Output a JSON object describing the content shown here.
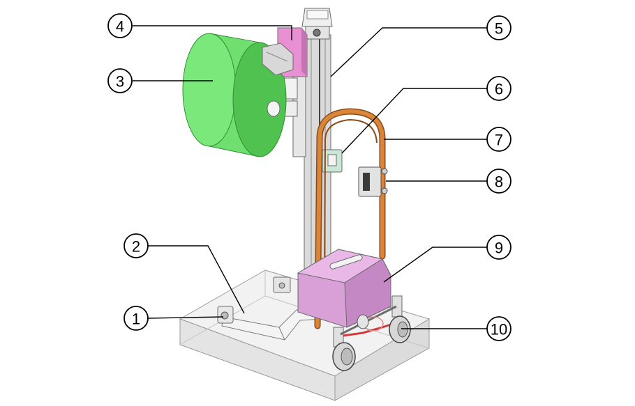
{
  "callouts": [
    {
      "id": "1",
      "label": "1"
    },
    {
      "id": "2",
      "label": "2"
    },
    {
      "id": "3",
      "label": "3"
    },
    {
      "id": "4",
      "label": "4"
    },
    {
      "id": "5",
      "label": "5"
    },
    {
      "id": "6",
      "label": "6"
    },
    {
      "id": "7",
      "label": "7"
    },
    {
      "id": "8",
      "label": "8"
    },
    {
      "id": "9",
      "label": "9"
    },
    {
      "id": "10",
      "label": "10"
    }
  ],
  "colors": {
    "roll": "#6fe06f",
    "roll_dark": "#4fc24f",
    "motor_pink": "#e98fd4",
    "box_pink": "#d9a0d8",
    "handle": "#c8742e",
    "base": "#ececec",
    "mast": "#d6d6d6",
    "bracket": "#c9e8d6",
    "chain": "#d23b3b"
  }
}
